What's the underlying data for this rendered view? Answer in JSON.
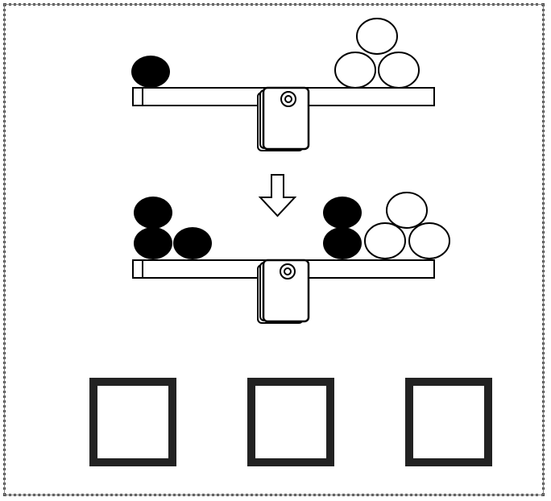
{
  "diagram": {
    "scales": [
      {
        "left_pan": {
          "black": 1,
          "white": 0
        },
        "right_pan": {
          "black": 0,
          "white": 3
        }
      },
      {
        "left_pan": {
          "black": 3,
          "white": 0
        },
        "right_pan": {
          "black": 2,
          "white": 3
        }
      }
    ],
    "arrow_direction": "down",
    "answer_boxes": 3,
    "colors": {
      "stroke": "#000000",
      "black_ball": "#000000",
      "white_ball": "#ffffff",
      "background": "#ffffff"
    }
  }
}
